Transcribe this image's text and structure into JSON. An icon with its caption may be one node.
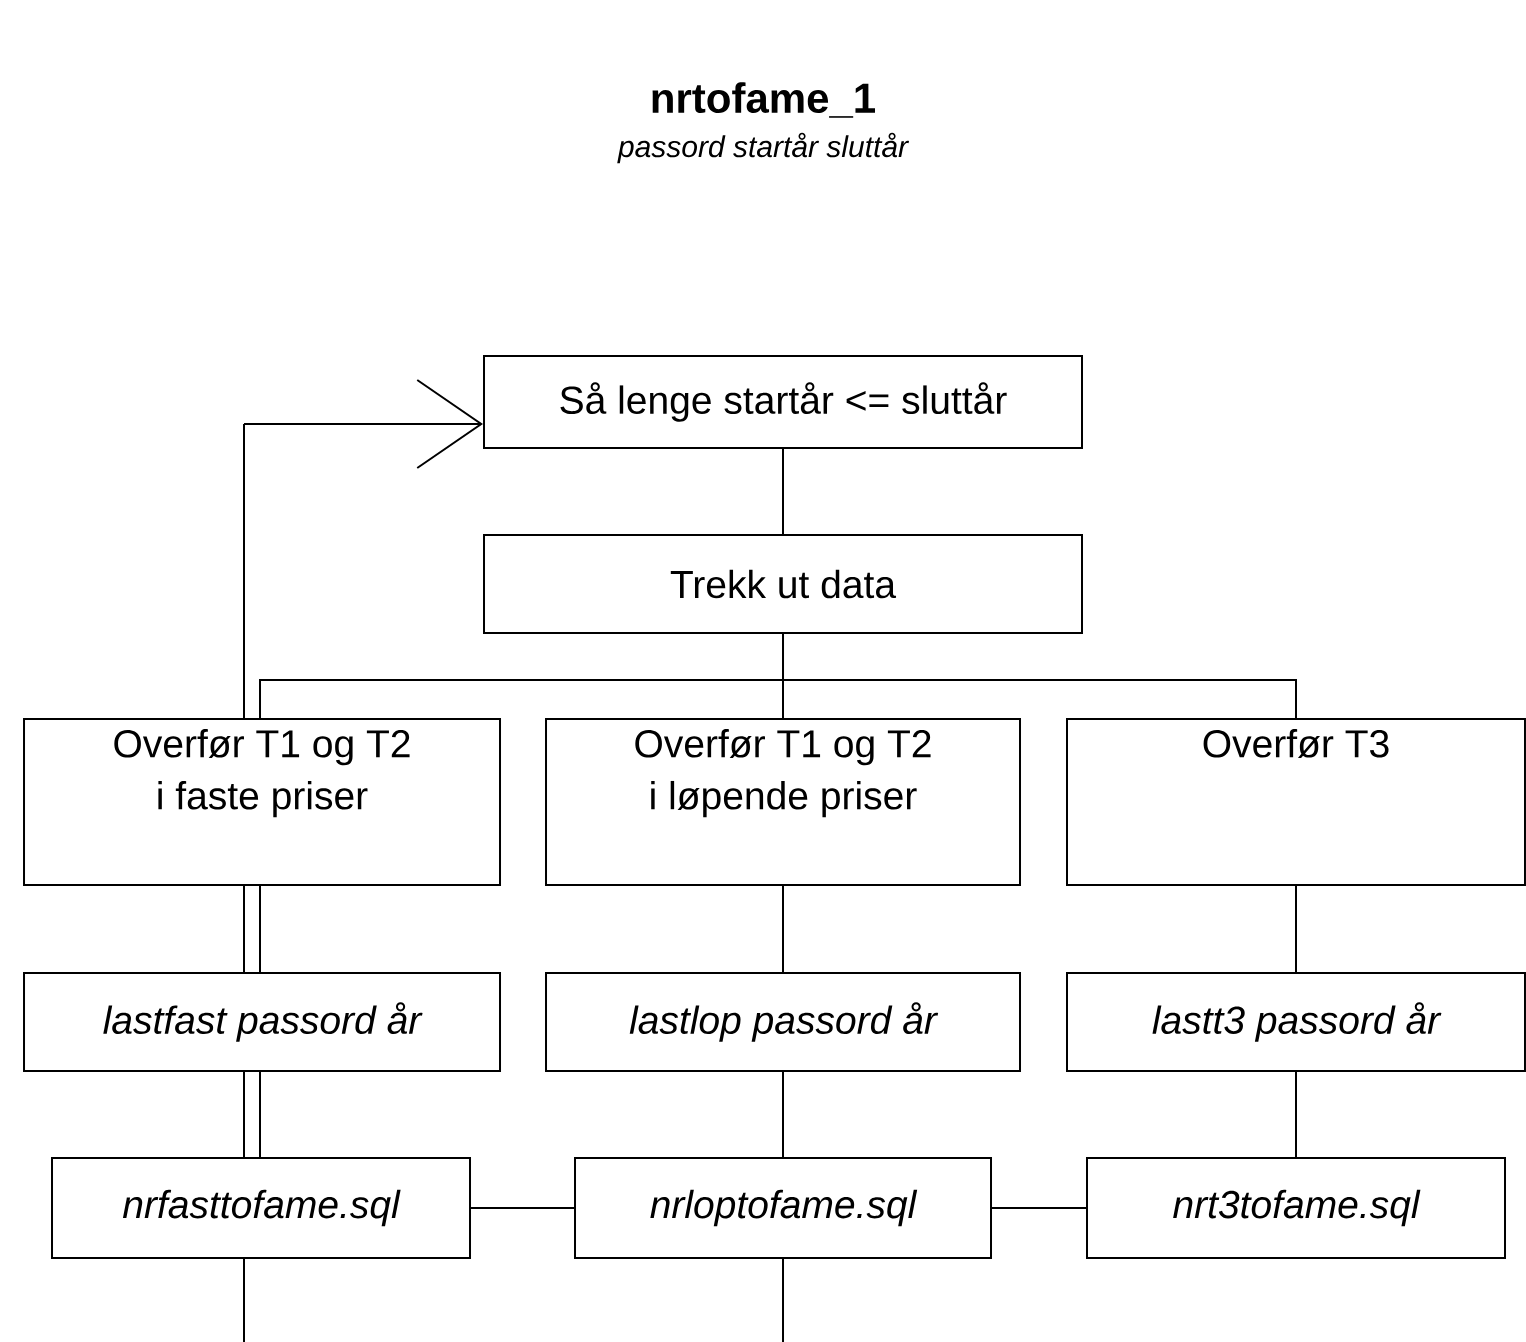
{
  "diagram": {
    "title": "nrtofame_1",
    "nodes": [
      {
        "text": [
          "Så lenge startår <= sluttår"
        ]
      },
      {
        "text": [
          "Trekk ut data"
        ]
      },
      {
        "text": [
          "Overfør T1 og T2 i faste priser"
        ]
      },
      {
        "text": [
          "Overfør T1 og T2 i løpende priser"
        ]
      },
      {
        "text": [
          "Overfør T3"
        ]
      },
      {
        "text": [
          "lastfast passord år"
        ]
      },
      {
        "text": [
          "lastlop passord år"
        ]
      },
      {
        "text": [
          "lastt3 passord år"
        ]
      },
      {
        "text": [
          "nrfasttofame.sql"
        ]
      },
      {
        "text": [
          "nrloptofame.sql"
        ]
      },
      {
        "text": [
          "nrt3tofame.sql"
        ]
      }
    ],
    "edges": [
      {
        "from": 0,
        "to": 1,
        "arrow": "none"
      },
      {
        "from": 1,
        "to": 2,
        "arrow": "none"
      },
      {
        "from": 1,
        "to": 3,
        "arrow": "none"
      },
      {
        "from": 1,
        "to": 4,
        "arrow": "none"
      },
      {
        "from": 2,
        "to": 5,
        "arrow": "none"
      },
      {
        "from": 3,
        "to": 6,
        "arrow": "none"
      },
      {
        "from": 4,
        "to": 7,
        "arrow": "none"
      },
      {
        "from": 5,
        "to": 8,
        "arrow": "none"
      },
      {
        "from": 6,
        "to": 9,
        "arrow": "none"
      },
      {
        "from": 7,
        "to": 10,
        "arrow": "none"
      },
      {
        "from": 8,
        "to": 9,
        "arrow": "none"
      },
      {
        "from": 9,
        "to": 10,
        "arrow": "none"
      },
      {
        "from": 9,
        "to": null,
        "arrow": "none"
      },
      {
        "from": null,
        "to": 0,
        "arrow": "to"
      }
    ],
    "labels": [
      "passord startår sluttår"
    ]
  }
}
